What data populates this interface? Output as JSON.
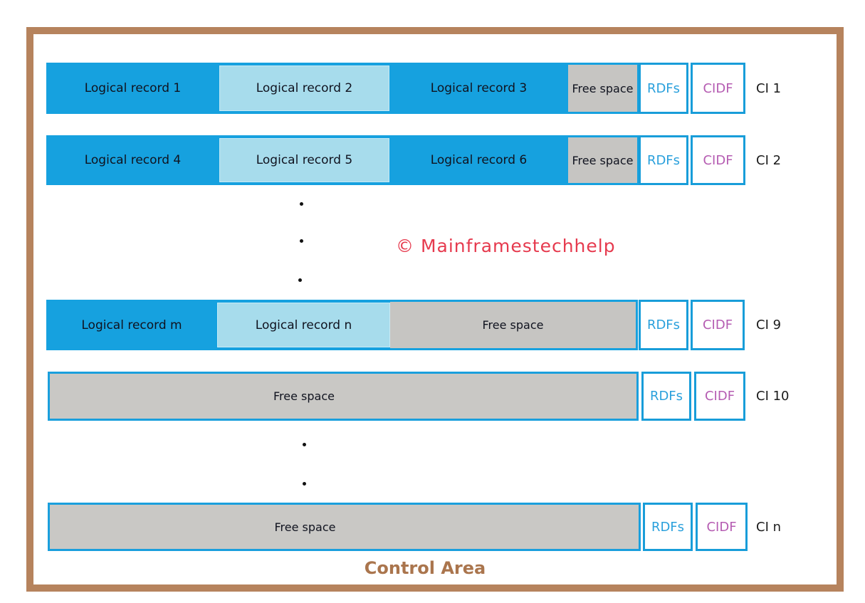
{
  "title": {
    "text": "Control Area"
  },
  "watermark": {
    "text": "© Mainframestechhelp"
  },
  "continuation_dots": {
    "upper": 3,
    "lower": 2
  },
  "rows": [
    {
      "label": "CI 1",
      "cells": [
        {
          "text": "Logical record 1"
        },
        {
          "text": "Logical record 2"
        },
        {
          "text": "Logical record 3"
        },
        {
          "text": "Free space"
        }
      ],
      "rdf": "RDFs",
      "cidf": "CIDF"
    },
    {
      "label": "CI 2",
      "cells": [
        {
          "text": "Logical record 4"
        },
        {
          "text": "Logical record 5"
        },
        {
          "text": "Logical record 6"
        },
        {
          "text": "Free space"
        }
      ],
      "rdf": "RDFs",
      "cidf": "CIDF"
    },
    {
      "label": "CI 9",
      "cells": [
        {
          "text": "Logical record m"
        },
        {
          "text": "Logical record n"
        },
        {
          "text": "Free space"
        }
      ],
      "rdf": "RDFs",
      "cidf": "CIDF"
    },
    {
      "label": "CI 10",
      "cells": [
        {
          "text": "Free space"
        }
      ],
      "rdf": "RDFs",
      "cidf": "CIDF"
    },
    {
      "label": "CI n",
      "cells": [
        {
          "text": "Free space"
        }
      ],
      "rdf": "RDFs",
      "cidf": "CIDF"
    }
  ],
  "colors": {
    "record_dark_blue": "#16a1df",
    "record_light_blue": "#a7dcec",
    "free_space_gray": "#c6c5c2",
    "box_border_blue": "#189dd9",
    "rdf_text_blue": "#2aa0dc",
    "cidf_text_purple": "#b55cb2",
    "watermark_red": "#e63a4e",
    "frame_brown": "#b6835d",
    "title_brown": "#aa754d"
  }
}
